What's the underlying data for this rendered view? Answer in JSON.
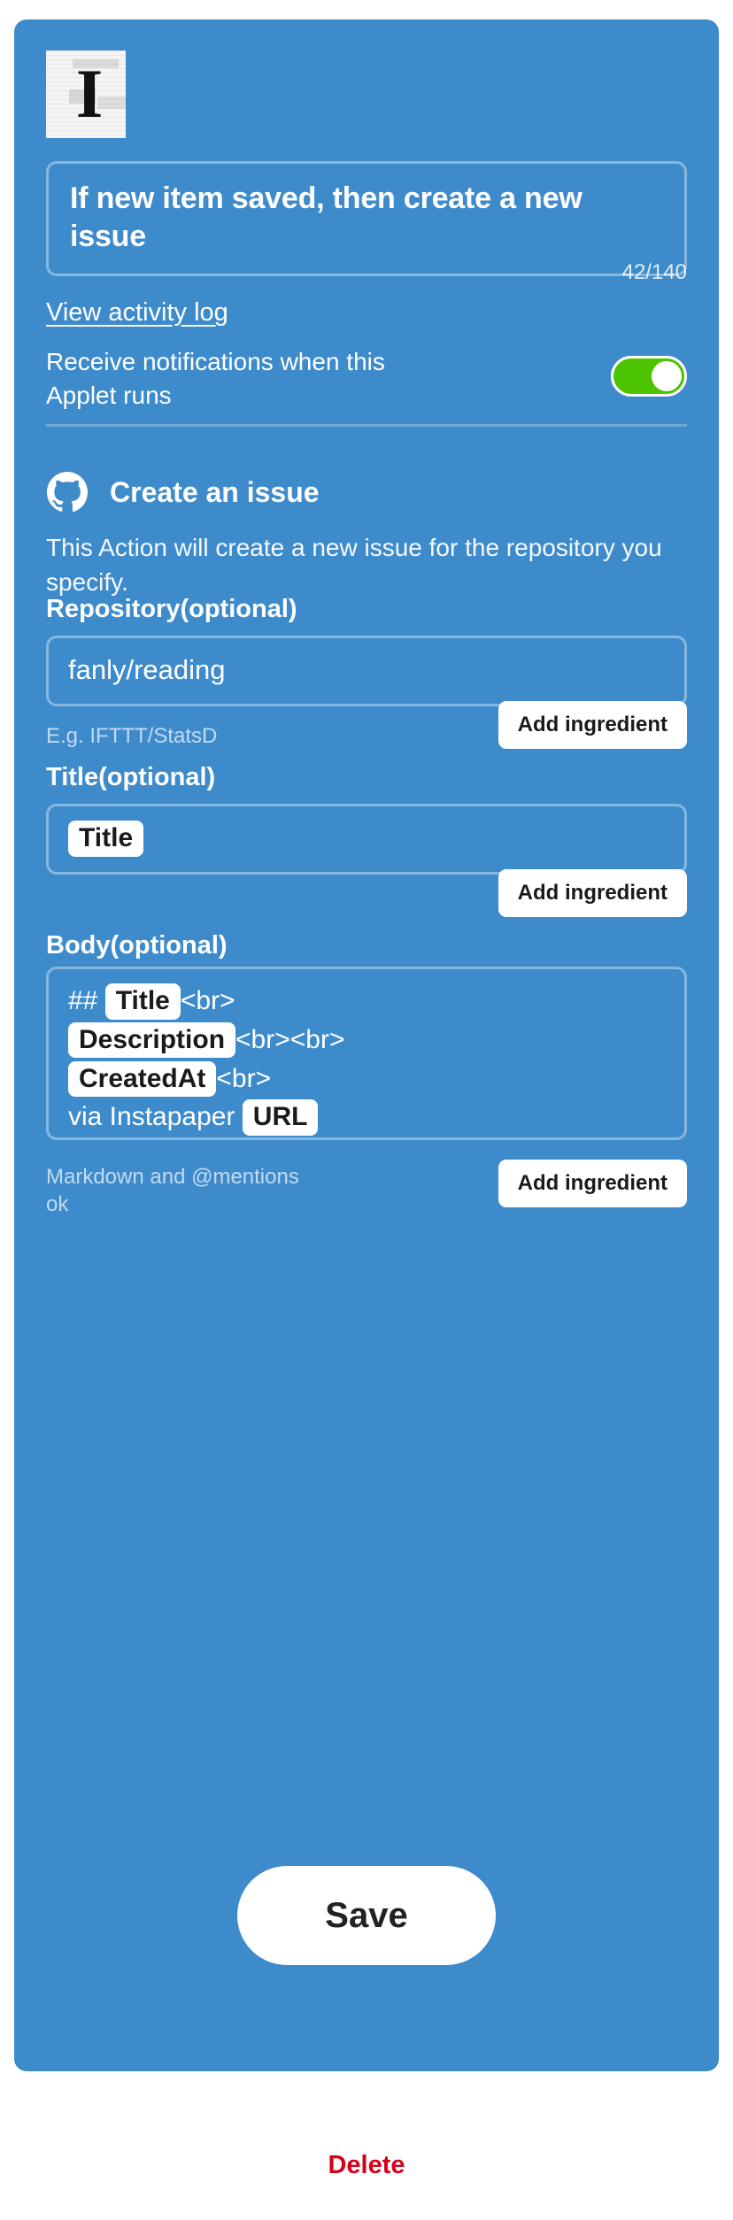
{
  "theme": {
    "card_bg": "#3E8BCC",
    "accent_white": "#FFFFFF",
    "toggle_on": "#4CC400",
    "delete_color": "#D4001A",
    "page_bg": "#FFFFFF"
  },
  "applet": {
    "service_icon": "instapaper-logo",
    "service_letter": "I",
    "title": "If new item saved, then create a new issue",
    "char_counter": "42/140",
    "activity_log_link": "View activity log",
    "notification_label": "Receive notifications when this Applet runs",
    "notification_enabled": true
  },
  "action": {
    "icon": "github-octocat-icon",
    "title": "Create an issue",
    "description": "This Action will create a new issue for the repository you specify."
  },
  "fields": [
    {
      "id": "repository",
      "label": "Repository(optional)",
      "value": "fanly/reading",
      "hint": "E.g. IFTTT/StatsD",
      "add_ingredient_label": "Add ingredient"
    },
    {
      "id": "title",
      "label": "Title(optional)",
      "chips": [
        "Title"
      ],
      "hint": "",
      "add_ingredient_label": "Add ingredient"
    },
    {
      "id": "body",
      "label": "Body(optional)",
      "hint": "Markdown and @mentions ok",
      "add_ingredient_label": "Add ingredient",
      "lines": [
        [
          {
            "type": "text",
            "text": "## "
          },
          {
            "type": "chip",
            "text": "Title"
          },
          {
            "type": "text",
            "text": "<br>"
          }
        ],
        [
          {
            "type": "chip",
            "text": "Description"
          },
          {
            "type": "text",
            "text": "<br><br>"
          }
        ],
        [
          {
            "type": "chip",
            "text": "CreatedAt"
          },
          {
            "type": "text",
            "text": "<br>"
          }
        ],
        [
          {
            "type": "text",
            "text": "via Instapaper "
          },
          {
            "type": "chip",
            "text": "URL"
          }
        ]
      ]
    }
  ],
  "footer": {
    "save_label": "Save",
    "delete_label": "Delete"
  }
}
